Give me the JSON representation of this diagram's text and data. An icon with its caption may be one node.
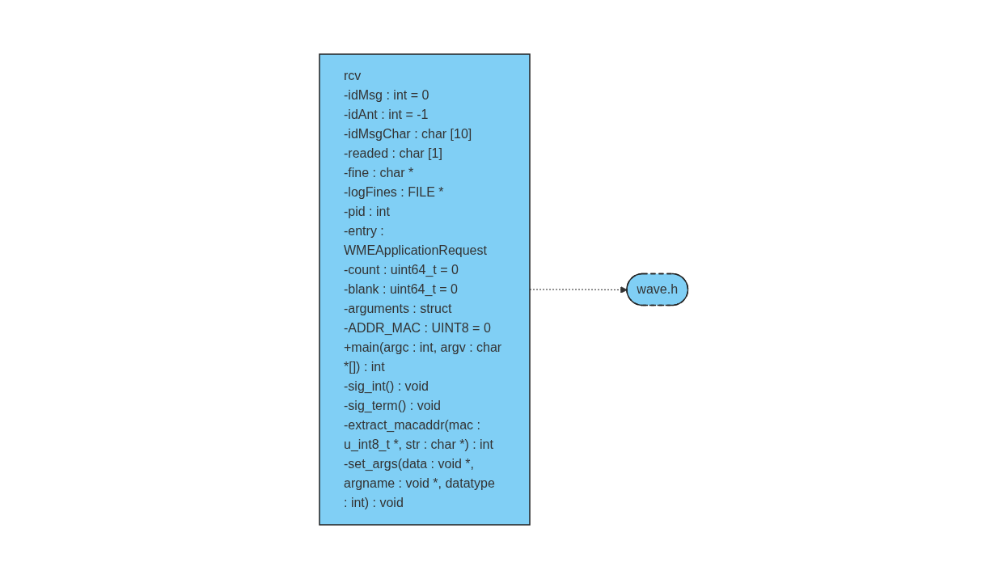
{
  "diagram": {
    "nodes": [
      {
        "text": [
          "rcv",
          "-idMsg : int = 0",
          "-idAnt : int = -1",
          "-idMsgChar : char [10]",
          "-readed : char [1]",
          "-fine : char *",
          "-logFines : FILE *",
          "-pid : int",
          "-entry : WMEApplicationRequest",
          "-count : uint64_t = 0",
          "-blank : uint64_t = 0",
          "-arguments : struct",
          "-ADDR_MAC : UINT8 = 0",
          "+main(argc : int, argv : char *[]) : int",
          "-sig_int() : void",
          "-sig_term() : void",
          "-extract_macaddr(mac : u_int8_t *, str : char *) : int",
          "-set_args(data : void *, argname : void *, datatype : int) : void"
        ]
      },
      {
        "text": [
          "wave.h"
        ]
      }
    ],
    "edges": [
      {
        "from": 0,
        "to": 1,
        "arrow": "to",
        "style": "dashed"
      }
    ]
  }
}
